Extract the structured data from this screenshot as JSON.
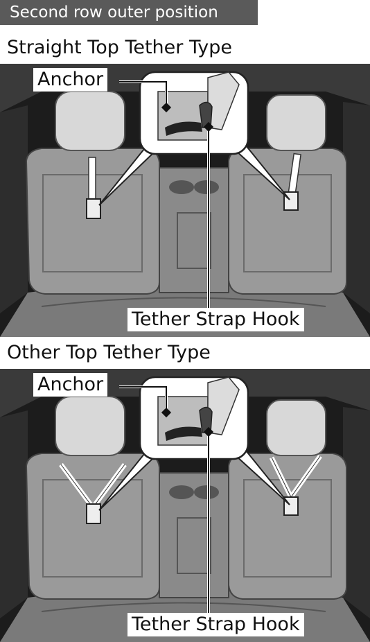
{
  "header": {
    "tag": "Second row outer position"
  },
  "sections": [
    {
      "title": "Straight Top Tether Type",
      "anchor_label": "Anchor",
      "hook_label": "Tether Strap Hook",
      "strap_style": "straight"
    },
    {
      "title": "Other Top Tether Type",
      "anchor_label": "Anchor",
      "hook_label": "Tether Strap Hook",
      "strap_style": "v"
    }
  ],
  "colors": {
    "seat": "#9a9a9a",
    "seat_dark": "#6b6b6b",
    "background": "#1c1c1c",
    "callout": "#ffffff",
    "tag_bg": "#5a5a5a"
  }
}
